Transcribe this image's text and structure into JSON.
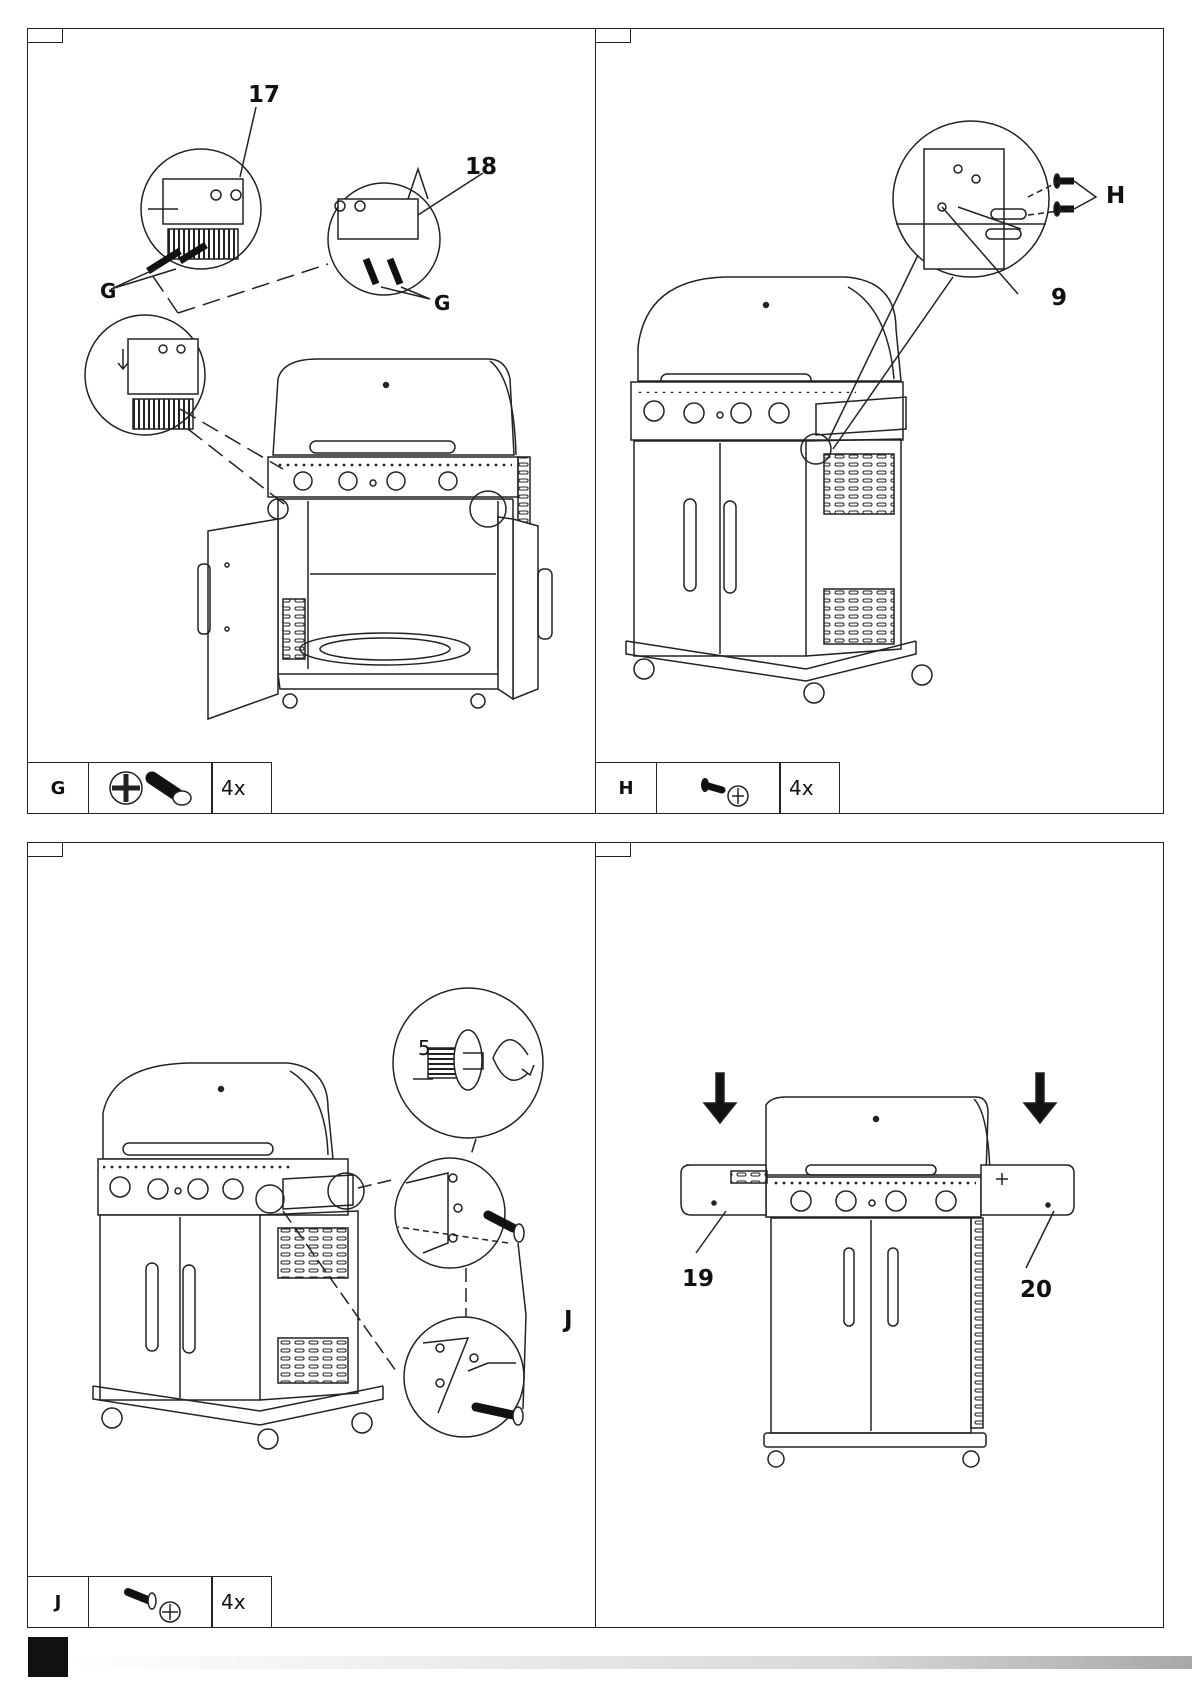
{
  "panels": [
    {
      "callouts": [
        "17",
        "18",
        "G",
        "G"
      ],
      "legend": {
        "letter": "G",
        "qty": "4x",
        "icon": "phillips-bolt-icon"
      }
    },
    {
      "callouts": [
        "H",
        "9"
      ],
      "legend": {
        "letter": "H",
        "qty": "4x",
        "icon": "pan-head-screw-icon"
      }
    },
    {
      "callouts": [
        "5",
        "J"
      ],
      "legend": {
        "letter": "J",
        "qty": "4x",
        "icon": "pan-head-screw-icon"
      }
    },
    {
      "callouts": [
        "19",
        "20"
      ],
      "legend": null
    }
  ]
}
